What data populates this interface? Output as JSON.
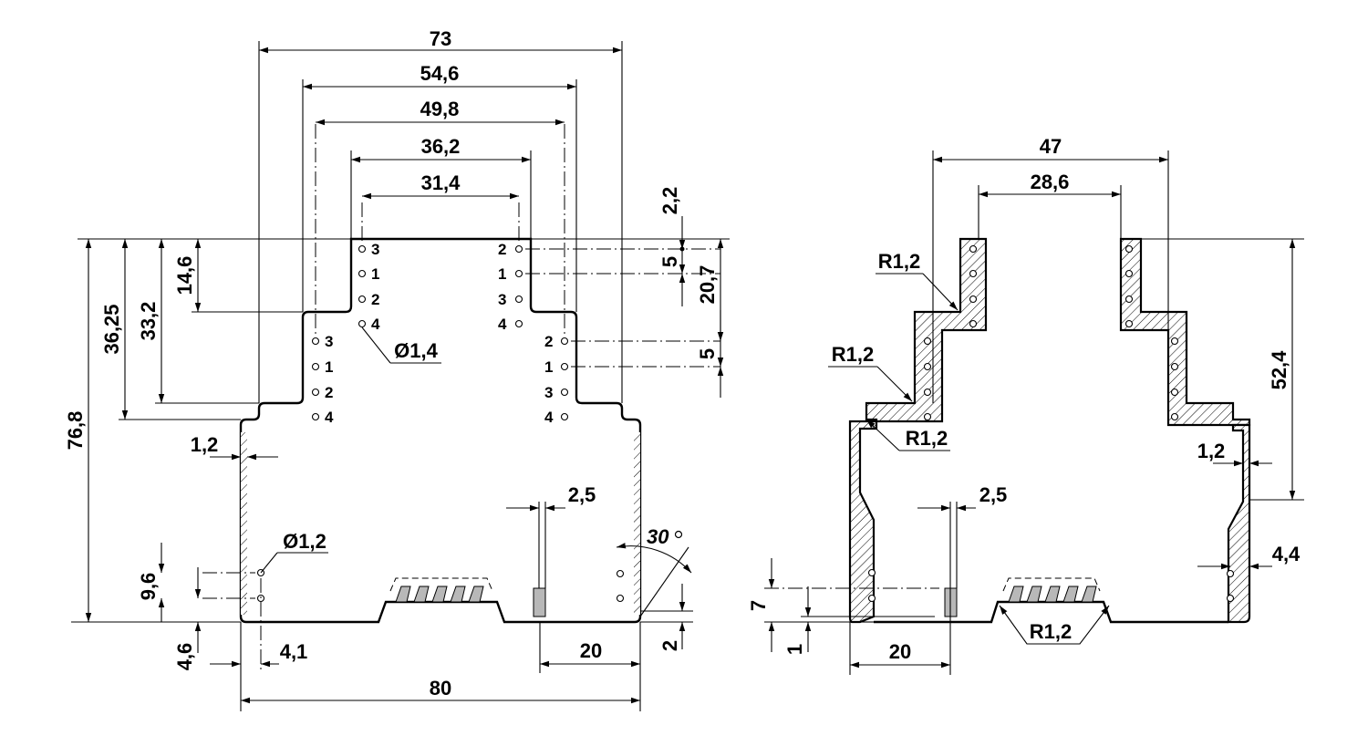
{
  "front_view": {
    "dimensions": {
      "width_73": "73",
      "width_54_6": "54,6",
      "width_49_8": "49,8",
      "width_36_2": "36,2",
      "width_31_4": "31,4",
      "width_80": "80",
      "height_76_8": "76,8",
      "height_36_25": "36,25",
      "height_33_2": "33,2",
      "height_14_6": "14,6",
      "height_2_2": "2,2",
      "height_5_top": "5",
      "height_20_7": "20,7",
      "height_5_lower": "5",
      "wall_1_2": "1,2",
      "hole_dia_1_4": "Ø1,4",
      "hole_dia_1_2": "Ø1,2",
      "slot_2_5": "2,5",
      "angle_30": "30",
      "height_9_6": "9,6",
      "height_4_6": "4,6",
      "offset_4_1": "4,1",
      "offset_20": "20",
      "foot_2": "2"
    },
    "pins": {
      "top_left": [
        "3",
        "1",
        "2",
        "4"
      ],
      "top_right": [
        "2",
        "1",
        "3",
        "4"
      ],
      "mid_left": [
        "3",
        "1",
        "2",
        "4"
      ],
      "mid_right": [
        "2",
        "1",
        "3",
        "4"
      ]
    }
  },
  "section_view": {
    "dimensions": {
      "width_47": "47",
      "width_28_6": "28,6",
      "radius_top": "R1,2",
      "radius_mid": "R1,2",
      "radius_inner": "R1,2",
      "radius_bottom": "R1,2",
      "height_52_4": "52,4",
      "wall_1_2": "1,2",
      "slot_2_5": "2,5",
      "offset_4_4": "4,4",
      "height_7": "7",
      "height_1": "1",
      "offset_20": "20"
    }
  }
}
